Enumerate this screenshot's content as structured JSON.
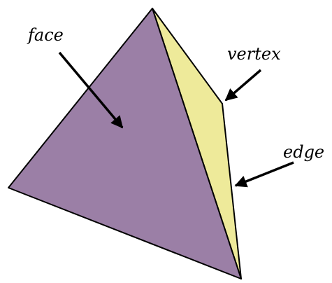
{
  "labels": {
    "face": "face",
    "vertex": "vertex",
    "edge": "edge"
  },
  "colors": {
    "front_face": "#9B7FA6",
    "side_face": "#EEEA9A",
    "stroke": "#000000",
    "background": "#ffffff"
  }
}
